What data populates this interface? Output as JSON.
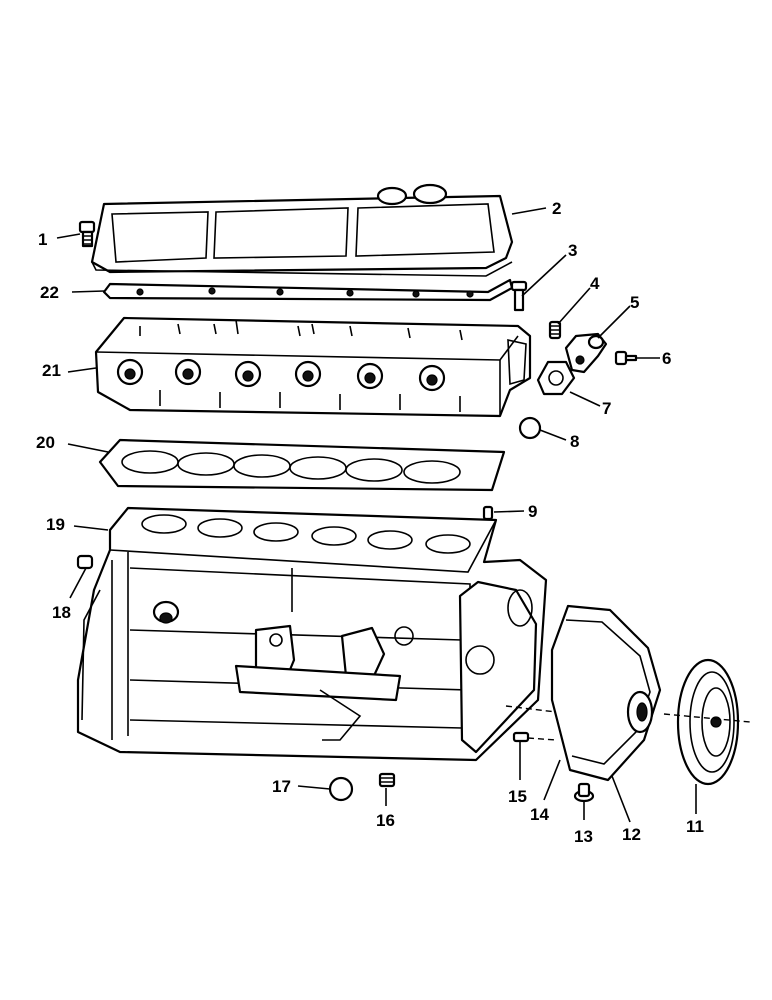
{
  "diagram": {
    "callouts": [
      {
        "id": "c1",
        "label": "1"
      },
      {
        "id": "c2",
        "label": "2"
      },
      {
        "id": "c3",
        "label": "3"
      },
      {
        "id": "c4",
        "label": "4"
      },
      {
        "id": "c5",
        "label": "5"
      },
      {
        "id": "c6",
        "label": "6"
      },
      {
        "id": "c7",
        "label": "7"
      },
      {
        "id": "c8",
        "label": "8"
      },
      {
        "id": "c9",
        "label": "9"
      },
      {
        "id": "c11",
        "label": "11"
      },
      {
        "id": "c12",
        "label": "12"
      },
      {
        "id": "c13",
        "label": "13"
      },
      {
        "id": "c14",
        "label": "14"
      },
      {
        "id": "c15",
        "label": "15"
      },
      {
        "id": "c16",
        "label": "16"
      },
      {
        "id": "c17",
        "label": "17"
      },
      {
        "id": "c18",
        "label": "18"
      },
      {
        "id": "c19",
        "label": "19"
      },
      {
        "id": "c20",
        "label": "20"
      },
      {
        "id": "c21",
        "label": "21"
      },
      {
        "id": "c22",
        "label": "22"
      }
    ]
  }
}
